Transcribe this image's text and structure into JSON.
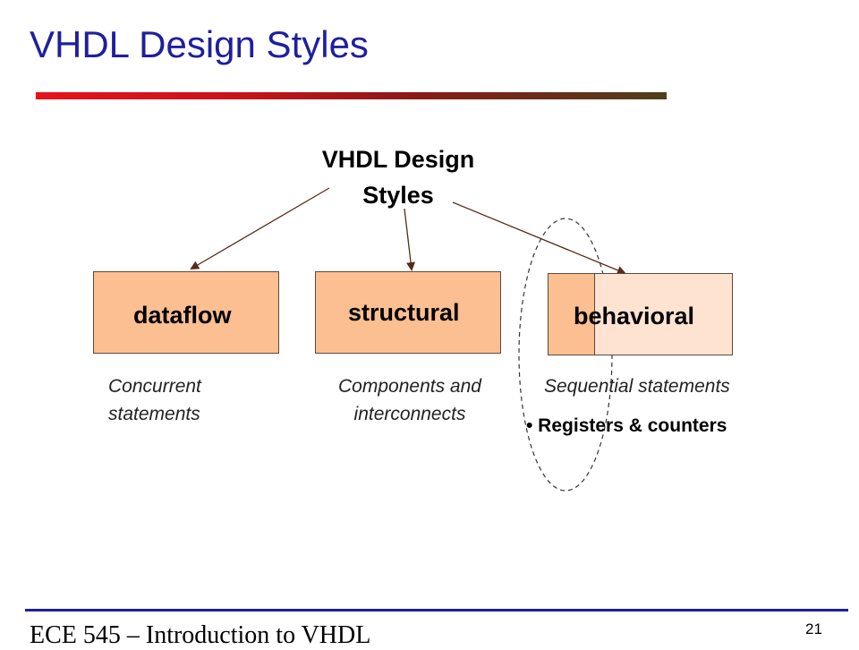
{
  "slide": {
    "title": "VHDL Design Styles",
    "footer": "ECE 545 – Introduction to VHDL",
    "page_number": "21"
  },
  "diagram": {
    "root": {
      "line1": "VHDL Design",
      "line2": "Styles"
    },
    "nodes": [
      {
        "label": "dataflow",
        "desc_line1": "Concurrent",
        "desc_line2": "statements"
      },
      {
        "label": "structural",
        "desc_line1": "Components and",
        "desc_line2": "interconnects"
      },
      {
        "label": "behavioral",
        "desc_line1": "Sequential statements",
        "bullet": "• Registers & counters"
      }
    ]
  },
  "colors": {
    "title": "#1f1f9e",
    "box_fill": "#fbbf92",
    "box_fill_light": "#fde3d0"
  }
}
